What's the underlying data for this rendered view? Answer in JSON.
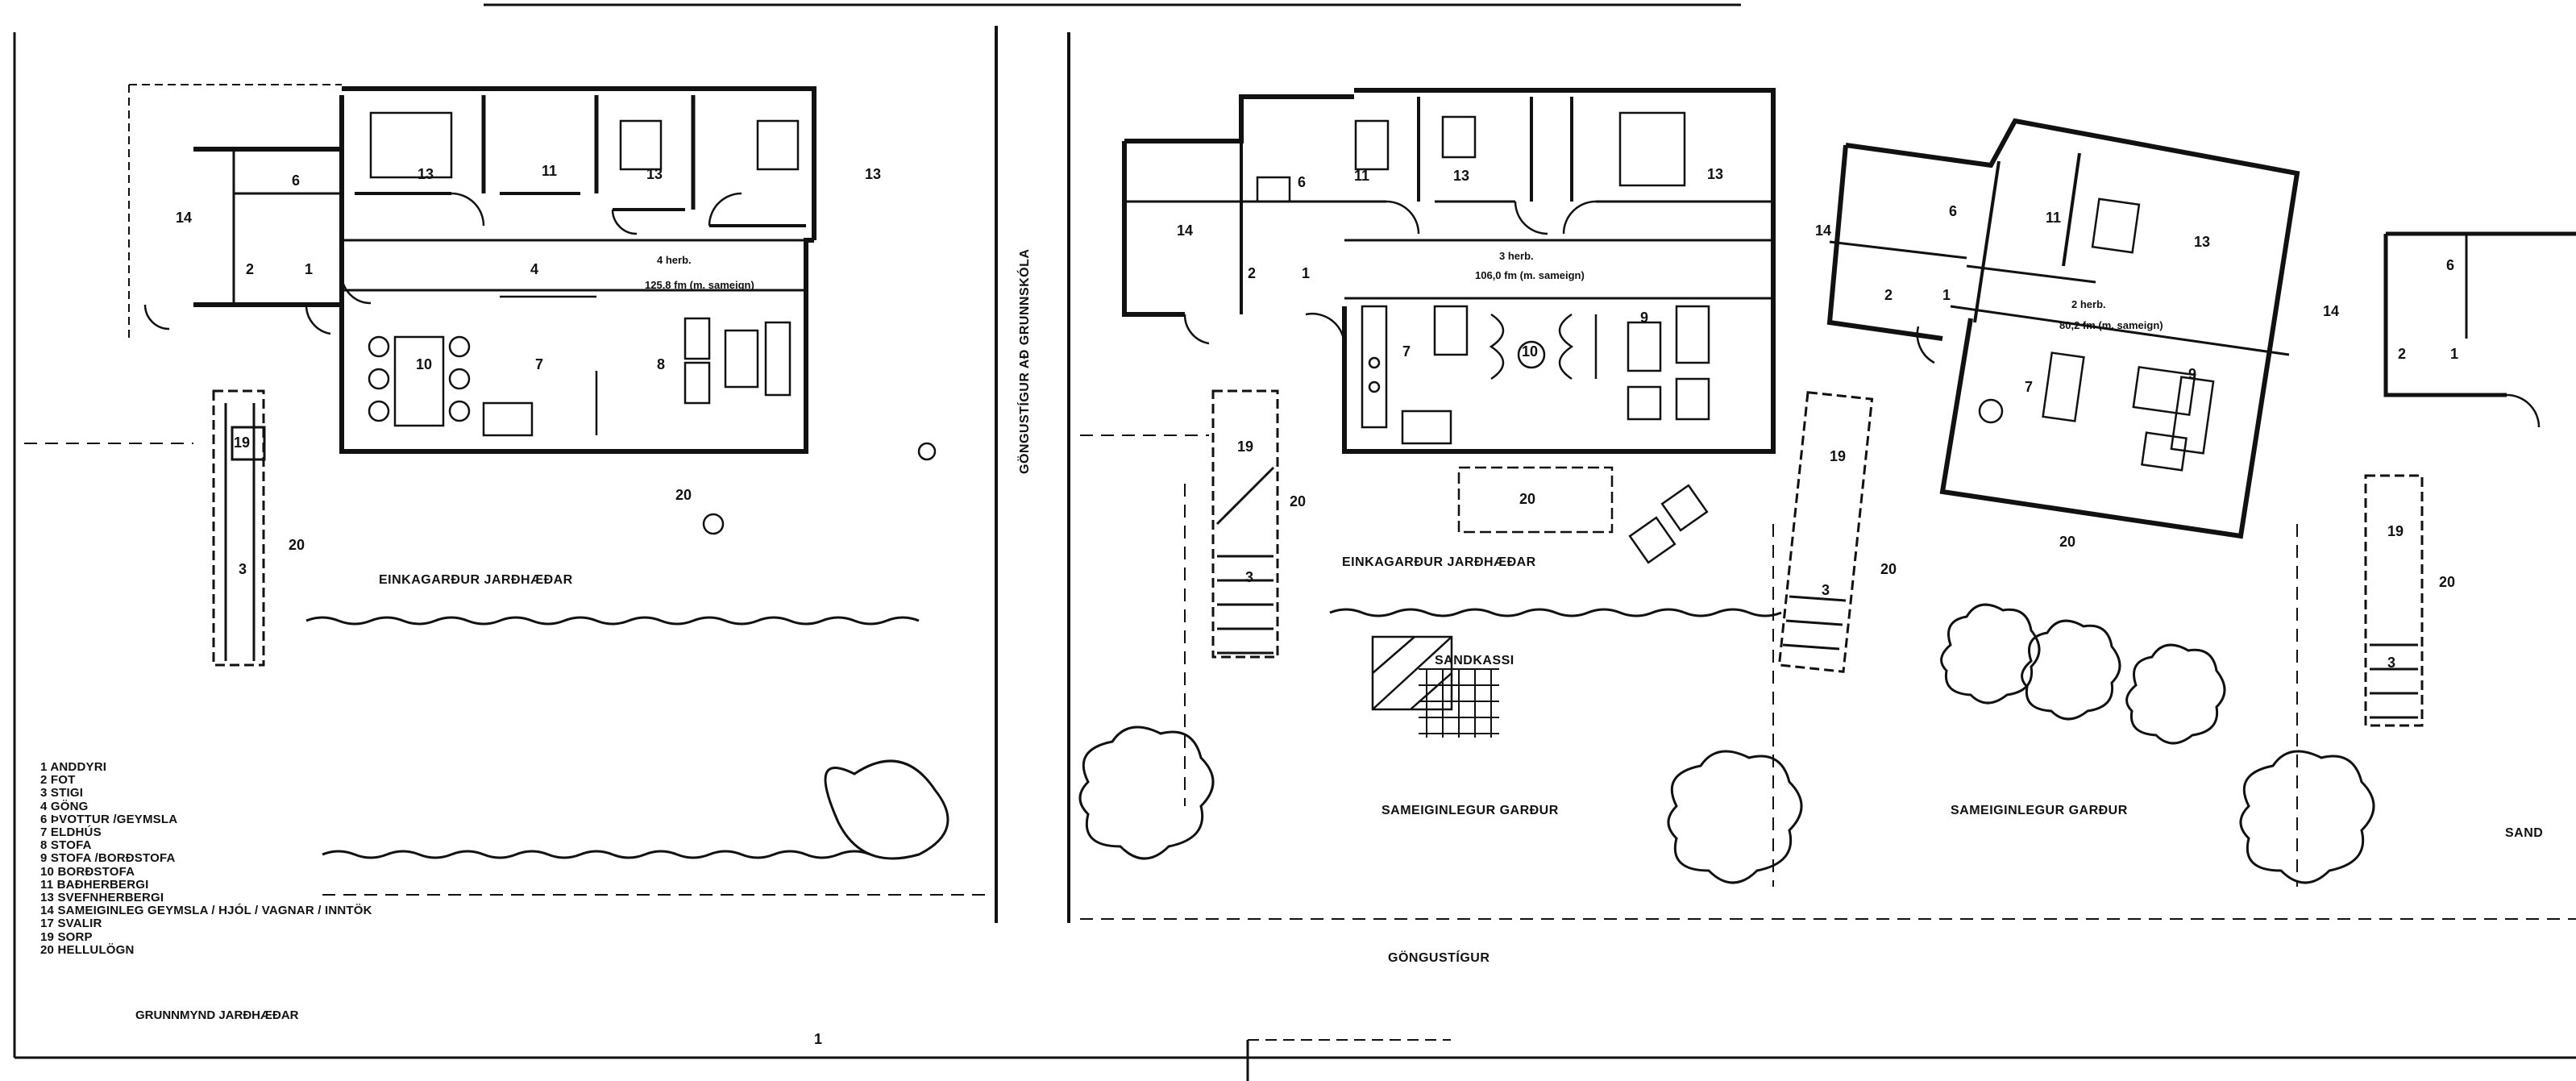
{
  "rooms": {
    "n1": "1",
    "n2": "2",
    "n3": "3",
    "n4": "4",
    "n6": "6",
    "n7": "7",
    "n8": "8",
    "n9": "9",
    "n10": "10",
    "n11": "11",
    "n13": "13",
    "n14": "14",
    "n19": "19",
    "n20": "20"
  },
  "units": [
    {
      "line1": "4 herb.",
      "line2": "125,8 fm (m. sameign)"
    },
    {
      "line1": "3 herb.",
      "line2": "106,0 fm (m. sameign)"
    },
    {
      "line1": "2 herb.",
      "line2": "80,2 fm (m. sameign)"
    }
  ],
  "labels": {
    "private_garden": "EINKAGARÐUR JARÐHÆÐAR",
    "private_garden_2": "EINKAGARÐUR JARÐHÆÐAR",
    "shared_garden_1": "SAMEIGINLEGUR GARÐUR",
    "shared_garden_2": "SAMEIGINLEGUR GARÐUR",
    "sandbox": "SANDKASSI",
    "footpath": "GÖNGUSTÍGUR",
    "footpath_school": "GÖNGUSTÍGUR AÐ GRUNNSKÓLA",
    "edge_right": "SAND",
    "page_mark": "1"
  },
  "legend": [
    "1  ANDDYRI",
    "2  FOT",
    "3  STIGI",
    "4  GÖNG",
    "6  ÞVOTTUR /GEYMSLA",
    "7  ELDHÚS",
    "8  STOFA",
    "9  STOFA /BORÐSTOFA",
    "10 BORÐSTOFA",
    "11 BAÐHERBERGI",
    "13 SVEFNHERBERGI",
    "14 SAMEIGINLEG GEYMSLA / HJÓL / VAGNAR / INNTÖK",
    "17 SVALIR",
    "19 SORP",
    "20 HELLULÖGN"
  ],
  "caption": "GRUNNMYND JARÐHÆÐAR"
}
